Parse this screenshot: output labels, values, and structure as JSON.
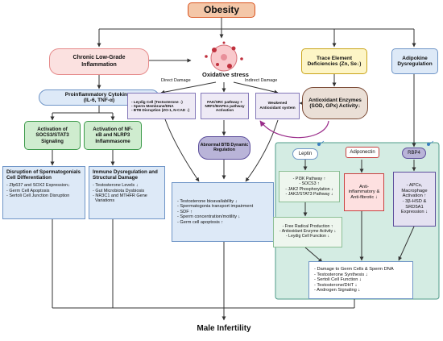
{
  "title": "Obesity",
  "footer": "Male Infertility",
  "chronic": [
    "Chronic Low-Grade",
    "Inflammation"
  ],
  "oxidative_stress": "Oxidative stress",
  "trace": [
    "Trace Element",
    "Deficiencies (Zn, Se↓)"
  ],
  "adipokine": [
    "Adipokine",
    "Dysregulation"
  ],
  "cytokines": [
    "Proinflammatory Cytokines",
    "(IL-6, TNF-α)"
  ],
  "direct_damage": "Direct Damage",
  "indirect_damage": "Indirect Damage",
  "leydig_list": [
    "- Leydig Cell (Testosterone ↓)",
    "- Sperm Membrane/DNA",
    "- BTB Disruption (ZO-1, N-CAD ↓)"
  ],
  "fak": [
    "FAK/SRC pathway +",
    "NRF2/MAPKs pathway",
    "Activation"
  ],
  "weakened": [
    "Weakened",
    "Antioxidant system"
  ],
  "antioxidant": [
    "Antioxidant Enzymes",
    "(SOD, GPx) Activity↓"
  ],
  "socs": [
    "Activation of",
    "SOCS3/STAT3",
    "Signaling"
  ],
  "nfkb": [
    "Activation of NF-",
    "κB and NLRP3",
    "Inflammasome"
  ],
  "btb": [
    "Abnormal BTB Dynamic",
    "Regulation"
  ],
  "leptin": "Leptin",
  "adiponectin": "Adiponectin",
  "rbp4": "RBP4",
  "disruption": {
    "title": [
      "Disruption of Spermatogonials",
      "Cell Differentiation"
    ],
    "items": [
      "- Zfp637 and SOX2 Expression↓",
      "- Germ Cell Apoptosis",
      "- Sertoli Cell Junction Disruption"
    ]
  },
  "immune": {
    "title": [
      "Immune Dysregulation and",
      "Structural Damage"
    ],
    "items": [
      "- Testosterone Levels ↓",
      "- Gut Microbiota Dysbiosis",
      "- NR3C1 and MTHFR Gene",
      "  Variations"
    ]
  },
  "outcomes": [
    "- Testosterone bioavailability ↓",
    "- Spermatogonia transport impairment",
    "- SDF ↑",
    "- Sperm concentration/motility ↓",
    "- Germ cell apoptosis ↑"
  ],
  "pi3k": [
    "- PI3K Pathway ↑",
    "- SOCS3 ↑",
    "- JAK2 Phosphorylation ↓",
    "- JAK2/STAT3 Pathway ↓"
  ],
  "anti_inflam": [
    "Anti-",
    "inflammatory &",
    "Anti-fibrotic ↓"
  ],
  "apcs": [
    "- APCs,",
    "Macrophage",
    "Activation ↑",
    "- 3β-HSD &",
    "SRD5A1",
    "Expression ↓"
  ],
  "free_radical": [
    "- Free Radical Production ↑",
    "- Antioxidant Enzyme Activity ↓",
    "- Leydig Cell Function ↓"
  ],
  "damage": [
    "- Damage to Germ Cells & Sperm DNA",
    "- Testosterone Synthesis ↓",
    "- Sertoli Cell Function ↓",
    "- Testosterone/DHT ↓",
    "- Androgen Signaling ↓"
  ],
  "colors": {
    "obesity_fill": "#f4c7a8",
    "obesity_border": "#d9531e",
    "pink_fill": "#fbe1e0",
    "pink_border": "#e58a8a",
    "yellow_fill": "#fdf5c6",
    "yellow_border": "#c9a41a",
    "blue_fill": "#dde9f7",
    "blue_border": "#6f95c7",
    "green_fill": "#cfeccf",
    "green_border": "#3c9a4a",
    "purple_fill": "#b9b4d8",
    "purple_border": "#5d4f9c",
    "brown_fill": "#eadfd6",
    "brown_border": "#7a4a35",
    "teal_panel": "#d4ece3",
    "teal_border": "#4f9b8a",
    "red_fill": "#fde0e0",
    "red_border": "#c94040",
    "line": "#333333",
    "arc": "#9a2c8a"
  }
}
